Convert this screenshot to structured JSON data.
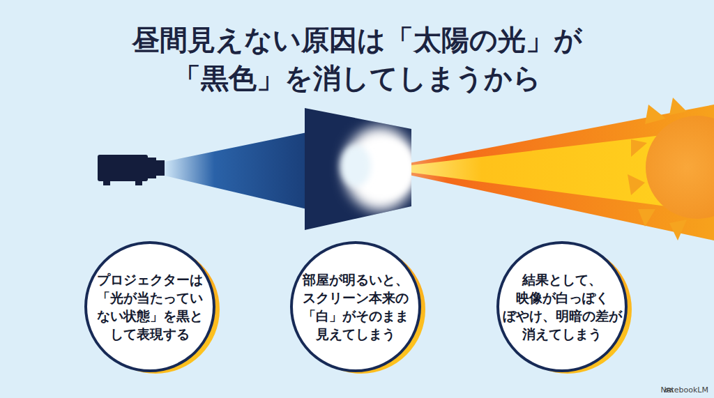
{
  "diagram": {
    "title": "昼間見えない原因は「太陽の光」が 「黒色」を消してしまうから",
    "nodes": [
      {
        "text": [
          "プロジェクターは 「光が当たってい ない状態」を黒と して表現する"
        ]
      },
      {
        "text": [
          "部屋が明るいと、 スクリーン本来の 「白」がそのまま 見えてしまう"
        ]
      },
      {
        "text": [
          "結果として、 映像が白っぽく ぼやけ、明暗の差が 消えてしまう"
        ]
      }
    ],
    "labels": [
      "NotebookLM"
    ]
  }
}
